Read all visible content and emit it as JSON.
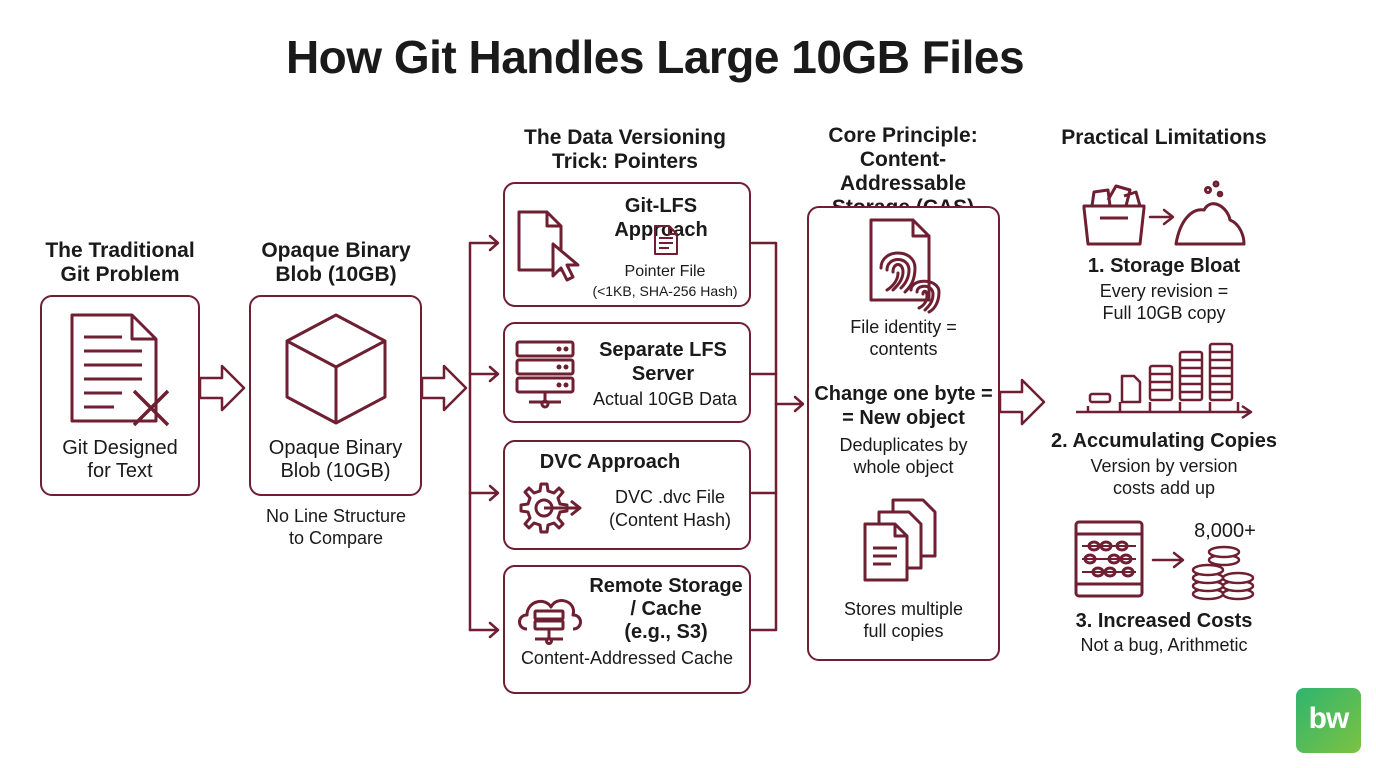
{
  "title": "How Git Handles Large 10GB Files",
  "traditional": {
    "heading": "The Traditional\nGit Problem",
    "caption": "Git Designed\nfor Text"
  },
  "blob": {
    "heading": "Opaque Binary\nBlob (10GB)",
    "caption": "Opaque Binary\nBlob (10GB)",
    "note": "No Line Structure\nto Compare"
  },
  "pointers": {
    "heading": "The Data Versioning\nTrick: Pointers",
    "gitlfs": {
      "title": "Git-LFS Approach",
      "label": "Pointer File",
      "detail": "(<1KB, SHA-256 Hash)"
    },
    "lfs_server": {
      "title": "Separate LFS\nServer",
      "detail": "Actual 10GB Data"
    },
    "dvc": {
      "title": "DVC Approach",
      "detail": "DVC .dvc File\n(Content Hash)"
    },
    "remote": {
      "title": "Remote Storage\n/ Cache\n(e.g., S3)",
      "detail": "Content-Addressed Cache"
    }
  },
  "cas": {
    "heading": "Core Principle:\nContent-Addressable\nStorage (CAS)",
    "identity": "File identity =\ncontents",
    "change": "Change one byte =\n= New object",
    "dedupe": "Deduplicates by\nwhole object",
    "copies": "Stores multiple\nfull copies"
  },
  "limitations": {
    "heading": "Practical Limitations",
    "bloat": {
      "title": "1. Storage Bloat",
      "detail": "Every revision =\nFull 10GB copy"
    },
    "accum": {
      "title": "2. Accumulating Copies",
      "detail": "Version by version\ncosts add up"
    },
    "costs": {
      "title": "3. Increased Costs",
      "detail": "Not a bug, Arithmetic",
      "figure": "8,000+"
    }
  },
  "logo": "bw",
  "colors": {
    "accent": "#6e1f32",
    "logo_start": "#2fb56f",
    "logo_end": "#7cc242"
  }
}
